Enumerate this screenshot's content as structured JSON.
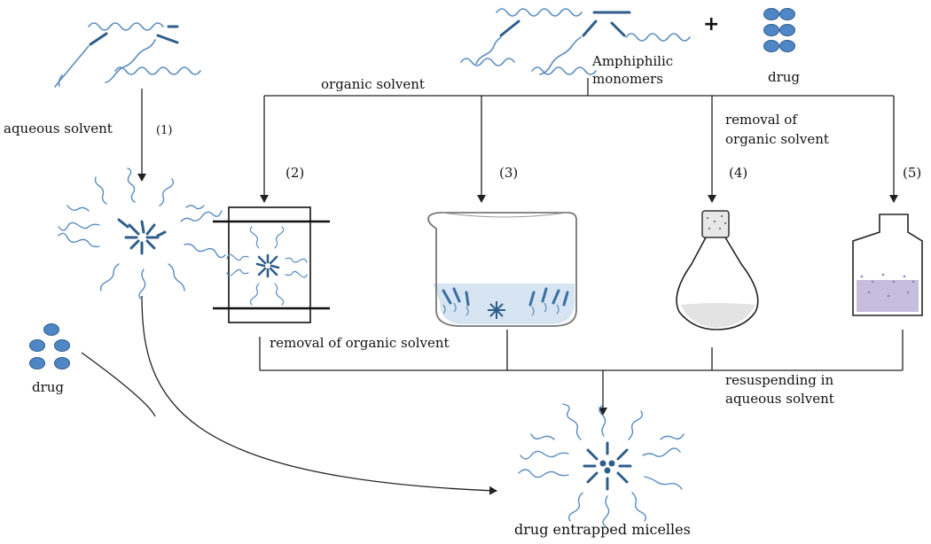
{
  "labels": {
    "aqueous_solvent": "aqueous solvent",
    "step1": "(1)",
    "organic_solvent": "organic solvent",
    "amphiphilic_line1": "Amphiphilic",
    "amphiphilic_line2": "monomers",
    "plus": "+",
    "drug_top": "drug",
    "removal_top_line1": "removal of",
    "removal_top_line2": "organic solvent",
    "step2": "(2)",
    "step3": "(3)",
    "step4": "(4)",
    "step5": "(5)",
    "removal_bottom": "removal of organic solvent",
    "drug_left": "drug",
    "resuspend_line1": "resuspending in",
    "resuspend_line2": "aqueous solvent",
    "product": "drug entrapped micelles"
  },
  "colors": {
    "line": "#222222",
    "chain": "#5b8dc0",
    "head": "#2f5d8a",
    "drug": "#4f86c6",
    "beaker_fill": "#cfe0ee",
    "powder": "#b9aed6"
  }
}
